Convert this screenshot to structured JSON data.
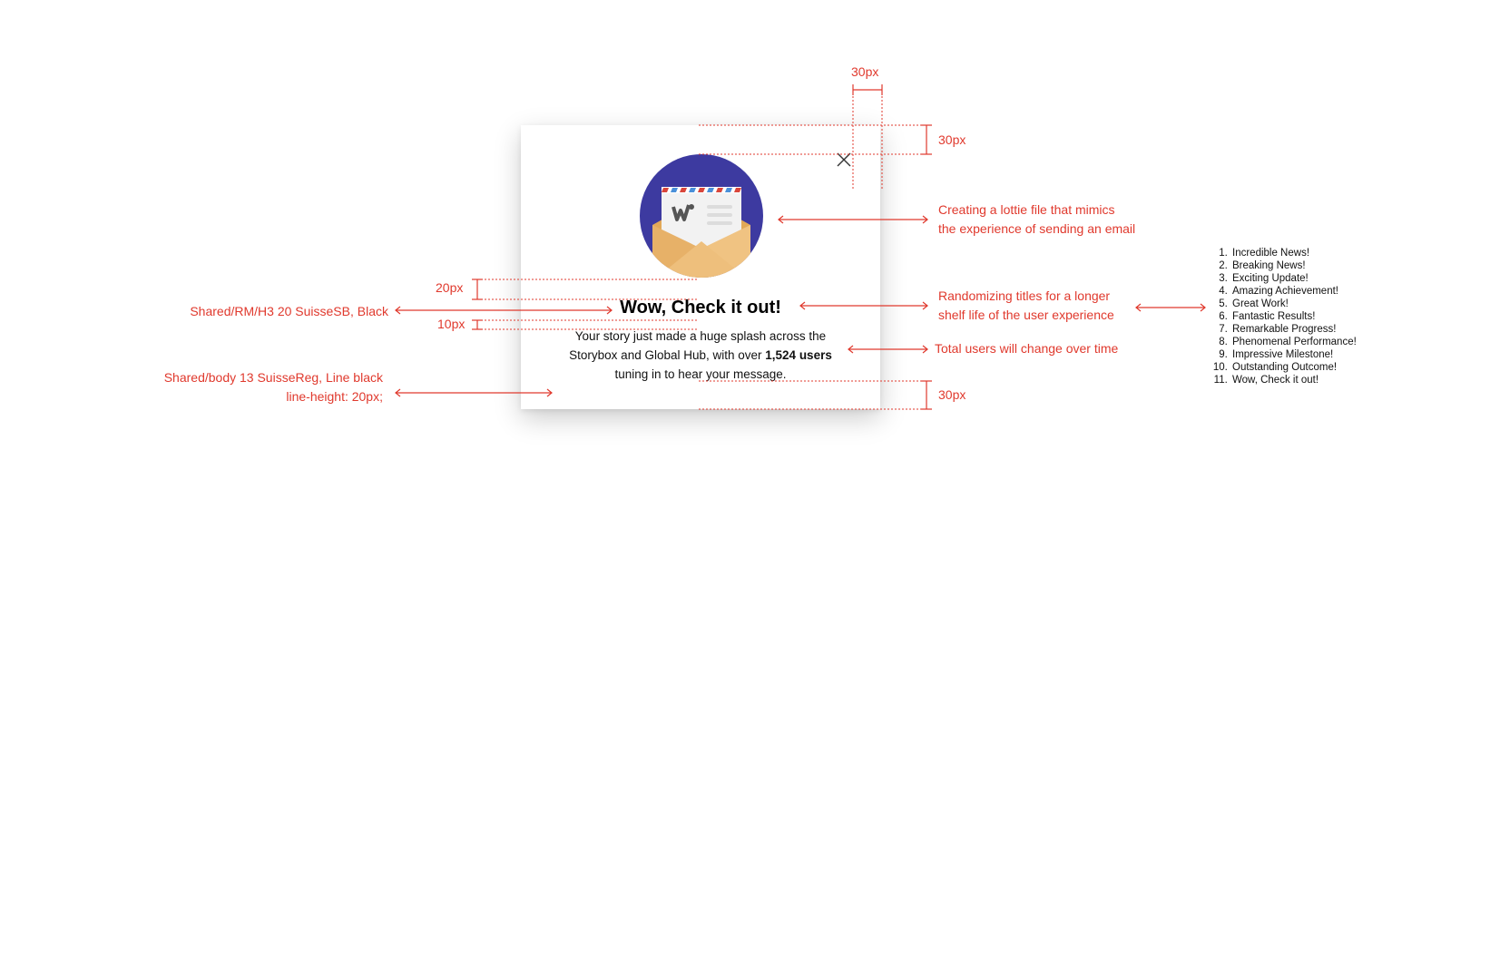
{
  "modal": {
    "title": "Wow, Check it out!",
    "body_line1": "Your story just made a huge splash across the",
    "body_line2_prefix": "Storybox and Global Hub, with over ",
    "user_count": "1,524 users",
    "body_line3": "tuning in to hear your message."
  },
  "annotations": {
    "dim_top_right": "30px",
    "dim_top_gap": "30px",
    "dim_title_gap": "20px",
    "dim_body_gap": "10px",
    "dim_bottom": "30px",
    "lottie_note_1": "Creating a lottie file that mimics",
    "lottie_note_2": "the experience of sending an email",
    "title_style": "Shared/RM/H3 20 SuisseSB, Black",
    "random_note_1": "Randomizing titles for a longer",
    "random_note_2": "shelf life of the user experience",
    "users_note": "Total users will change over time",
    "body_style_1": "Shared/body 13 SuisseReg, Line black",
    "body_style_2": "line-height: 20px;"
  },
  "title_options": [
    "Incredible News!",
    "Breaking News!",
    "Exciting Update!",
    "Amazing Achievement!",
    "Great Work!",
    "Fantastic Results!",
    "Remarkable Progress!",
    "Phenomenal Performance!",
    "Impressive Milestone!",
    "Outstanding Outcome!",
    "Wow, Check it out!"
  ],
  "colors": {
    "annotation_red": "#e0392d",
    "circle_purple": "#3d3aa0",
    "envelope": "#e9b567"
  },
  "icons": [
    "close-icon",
    "envelope-illustration"
  ]
}
